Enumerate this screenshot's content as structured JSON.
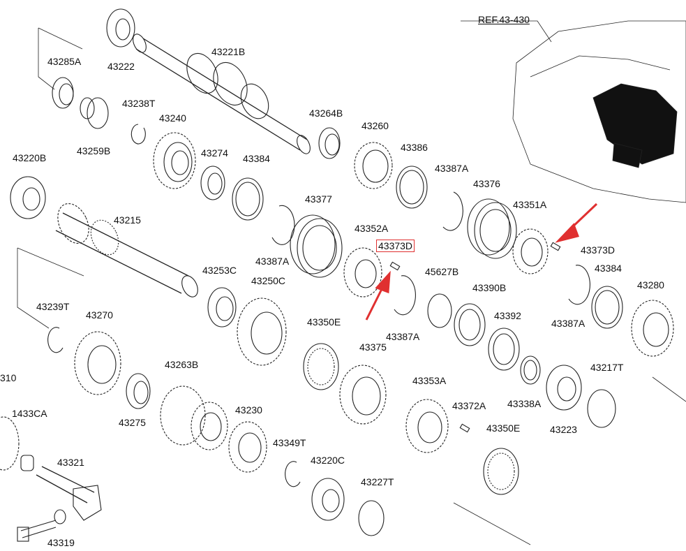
{
  "ref_label": "REF.43-430",
  "highlight_color": "#e03030",
  "arrow_color": "#e03030",
  "parts": {
    "p43285A": "43285A",
    "p43222": "43222",
    "p43221B": "43221B",
    "p43238T": "43238T",
    "p43240": "43240",
    "p43259B": "43259B",
    "p43264B": "43264B",
    "p43260": "43260",
    "p43386": "43386",
    "p43387A_1": "43387A",
    "p43376": "43376",
    "p43351A": "43351A",
    "p43220B": "43220B",
    "p43274": "43274",
    "p43384_1": "43384",
    "p43215": "43215",
    "p43377": "43377",
    "p43352A": "43352A",
    "p43373D_1": "43373D",
    "p43373D_2": "43373D",
    "p43384_2": "43384",
    "p43280": "43280",
    "p43387A_2": "43387A",
    "p43253C": "43253C",
    "p43250C": "43250C",
    "p45627B": "45627B",
    "p43390B": "43390B",
    "p43392": "43392",
    "p43387A_3": "43387A",
    "p43387A_4": "43387A",
    "p43239T": "43239T",
    "p43270": "43270",
    "p43350E_1": "43350E",
    "p43375": "43375",
    "p43263B": "43263B",
    "p43353A": "43353A",
    "p43217T": "43217T",
    "p310": "310",
    "p1433CA": "1433CA",
    "p43275": "43275",
    "p43230": "43230",
    "p43372A": "43372A",
    "p43338A": "43338A",
    "p43223": "43223",
    "p43350E_2": "43350E",
    "p43349T": "43349T",
    "p43321": "43321",
    "p43220C": "43220C",
    "p43227T": "43227T",
    "p43319": "43319"
  }
}
